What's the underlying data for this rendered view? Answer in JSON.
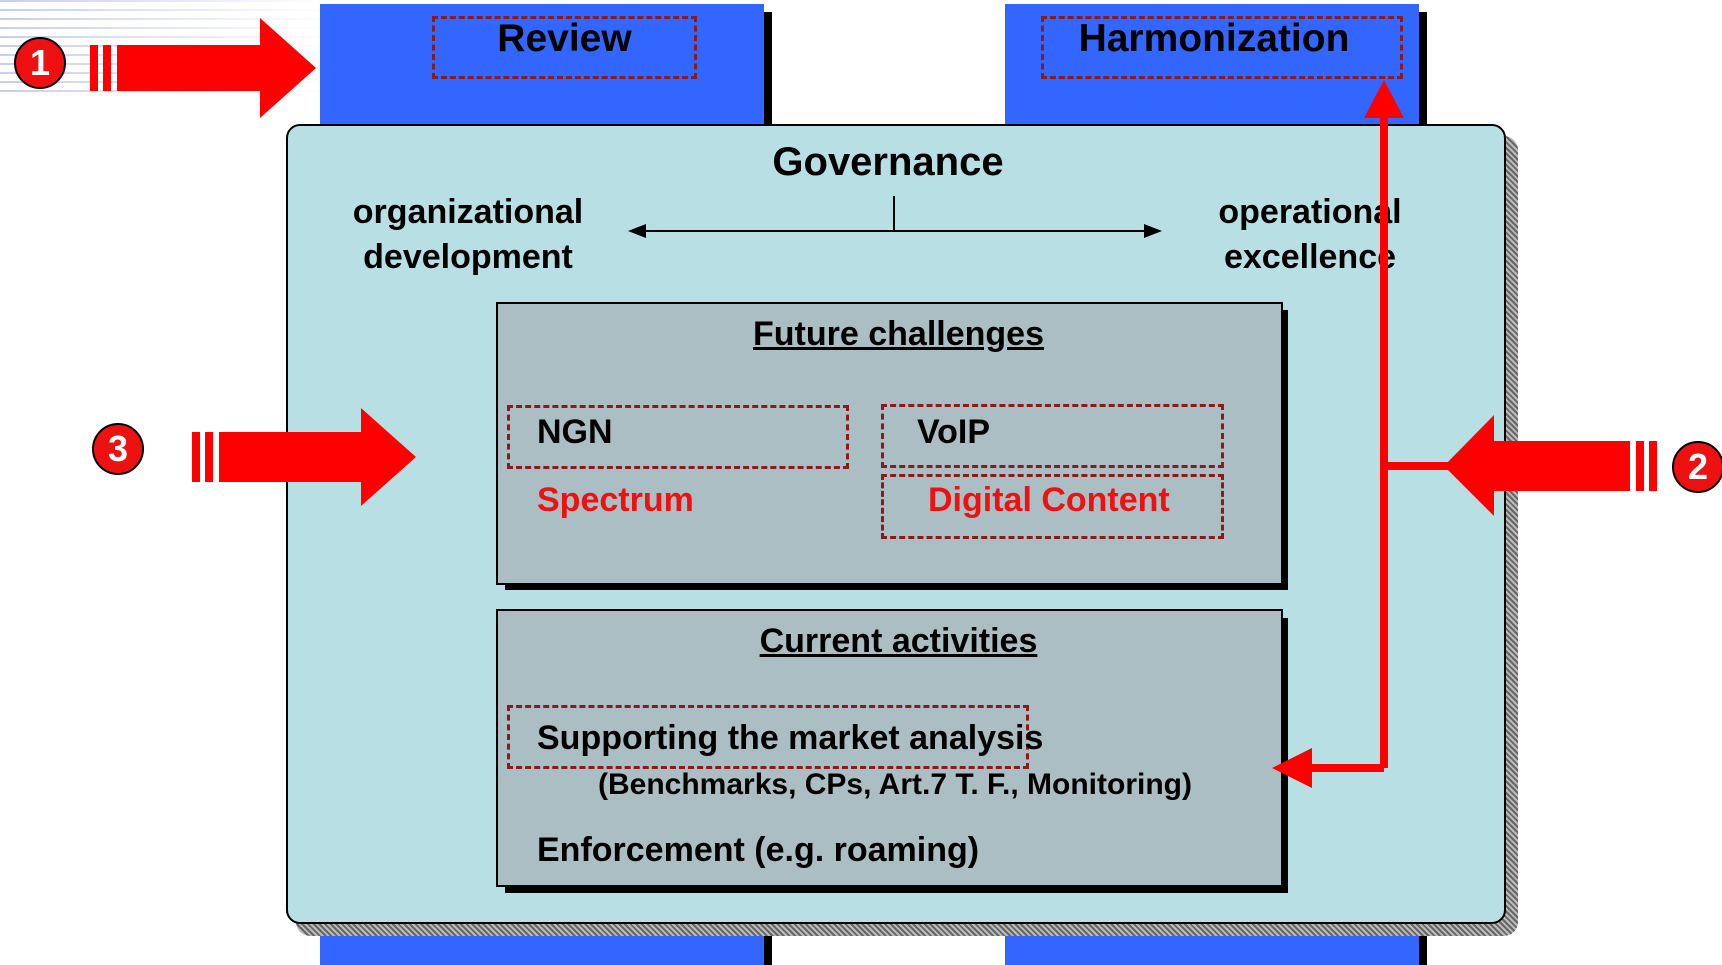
{
  "pillars": {
    "left_label": "Review",
    "right_label": "Harmonization"
  },
  "governance": {
    "title": "Governance",
    "left_label_line1": "organizational",
    "left_label_line2": "development",
    "right_label_line1": "operational",
    "right_label_line2": "excellence"
  },
  "future_challenges": {
    "title": "Future challenges",
    "items": [
      "NGN",
      "VoIP",
      "Spectrum",
      "Digital Content"
    ]
  },
  "current_activities": {
    "title": "Current activities",
    "item1": "Supporting the market analysis",
    "item1_detail": "(Benchmarks, CPs, Art.7 T. F., Monitoring)",
    "item2": "Enforcement (e.g. roaming)"
  },
  "badges": [
    "1",
    "2",
    "3"
  ],
  "colors": {
    "pillar_blue": "#3366ff",
    "panel_teal": "#b8dfe3",
    "box_gray": "#abbec3",
    "arrow_red": "#ff0000",
    "dash_darkred": "#8b1a1a",
    "highlight_red": "#ee1111"
  }
}
